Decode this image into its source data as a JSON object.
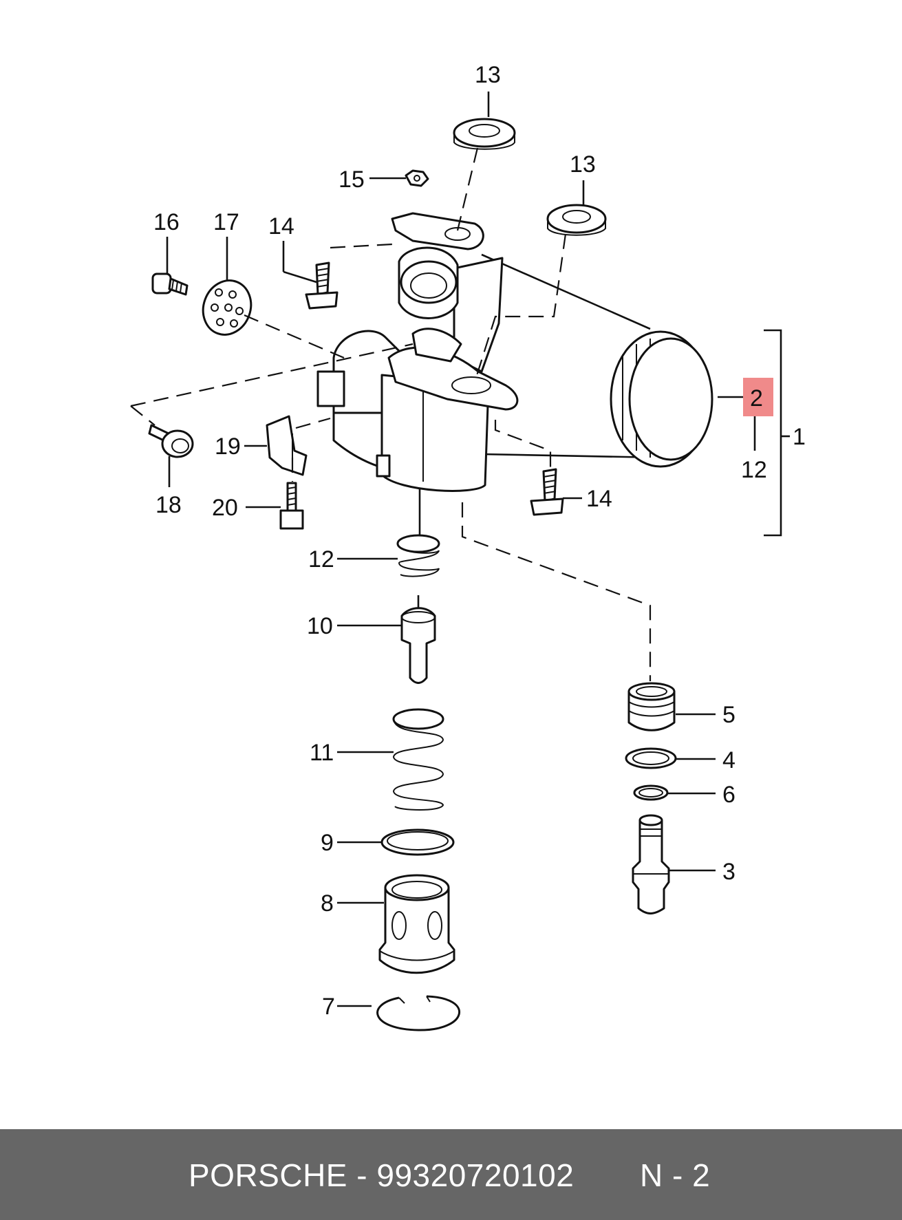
{
  "callouts": {
    "c1": "1",
    "c2": "2",
    "c3": "3",
    "c4": "4",
    "c5": "5",
    "c6": "6",
    "c7": "7",
    "c8": "8",
    "c9": "9",
    "c10": "10",
    "c11": "11",
    "c12a": "12",
    "c12b": "12",
    "c13a": "13",
    "c13b": "13",
    "c14a": "14",
    "c14b": "14",
    "c15": "15",
    "c16": "16",
    "c17": "17",
    "c18": "18",
    "c19": "19",
    "c20": "20"
  },
  "highlight": {
    "color": "#f08a8a"
  },
  "footer": {
    "brand_part": "PORSCHE - 99320720102",
    "ref": "N - 2",
    "bg_color": "#666666"
  }
}
